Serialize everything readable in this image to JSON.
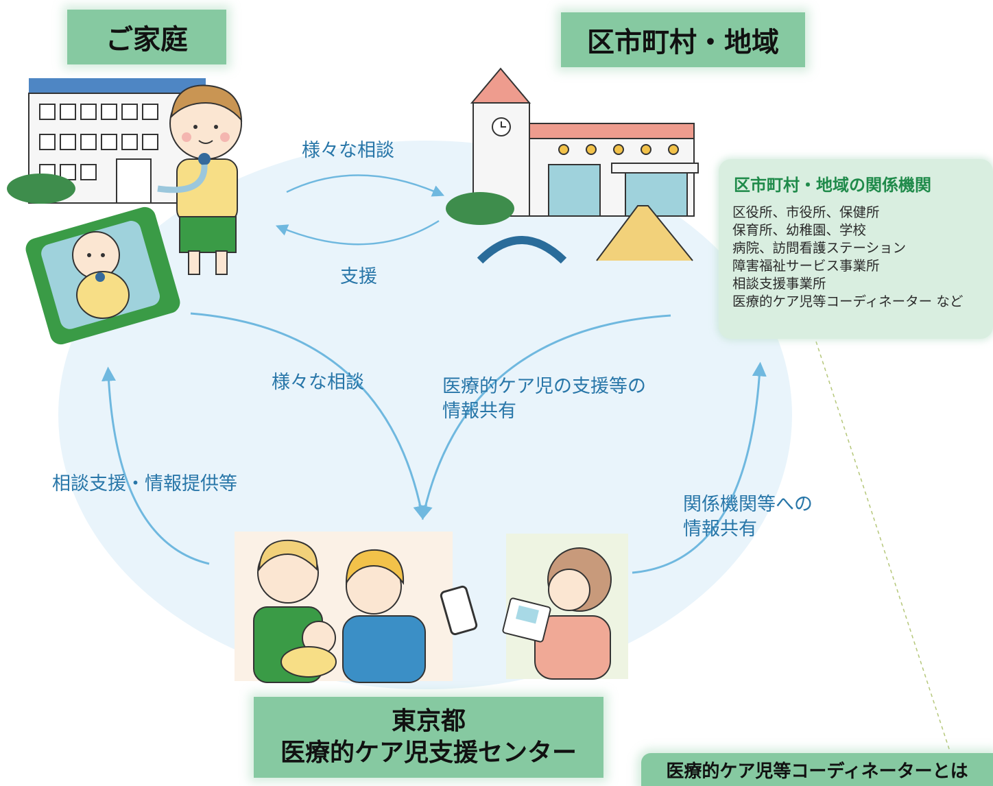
{
  "headers": {
    "home": "ご家庭",
    "municipality": "区市町村・地域",
    "center_line1": "東京都",
    "center_line2": "医療的ケア児支援センター",
    "coordinator": "医療的ケア児等コーディネーターとは"
  },
  "arrow_labels": {
    "home_to_muni": "様々な相談",
    "muni_to_home": "支援",
    "home_to_center": "様々な相談",
    "center_to_muni_line1": "医療的ケア児の支援等の",
    "center_to_muni_line2": "情報共有",
    "center_to_home": "相談支援・情報提供等",
    "center_to_org_line1": "関係機関等への",
    "center_to_org_line2": "情報共有"
  },
  "organizations": {
    "title": "区市町村・地域の関係機関",
    "items": [
      "区役所、市役所、保健所",
      "保育所、幼稚園、学校",
      "病院、訪問看護ステーション",
      "障害福祉サービス事業所",
      "相談支援事業所",
      "医療的ケア児等コーディネーター など"
    ]
  },
  "colors": {
    "header_green": "#86c9a1",
    "arrow_blue": "#6fb8df",
    "label_blue": "#2876a8",
    "ellipse_fill": "#e9f4fb",
    "org_box": "#d9eee0",
    "org_title": "#1f8a4a"
  }
}
